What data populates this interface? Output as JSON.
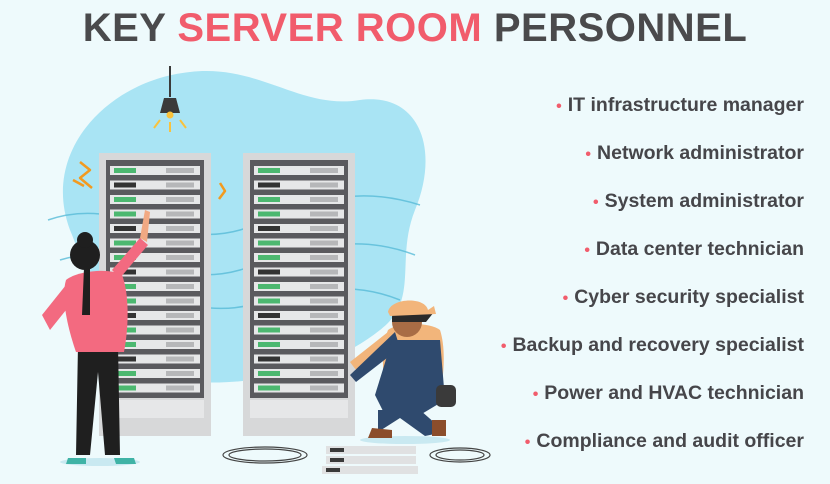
{
  "title": {
    "part1": "KEY",
    "part2": "SERVER ROOM",
    "part3": "PERSONNEL"
  },
  "colors": {
    "accent": "#f15c6c",
    "text_dark": "#4a4a4c",
    "blob": "#a9e4f4",
    "rack": "#5a5a5e"
  },
  "roles": [
    "IT infrastructure manager",
    "Network administrator",
    "System administrator",
    "Data center technician",
    "Cyber security specialist",
    "Backup and recovery specialist",
    "Power and HVAC technician",
    "Compliance and audit officer"
  ]
}
